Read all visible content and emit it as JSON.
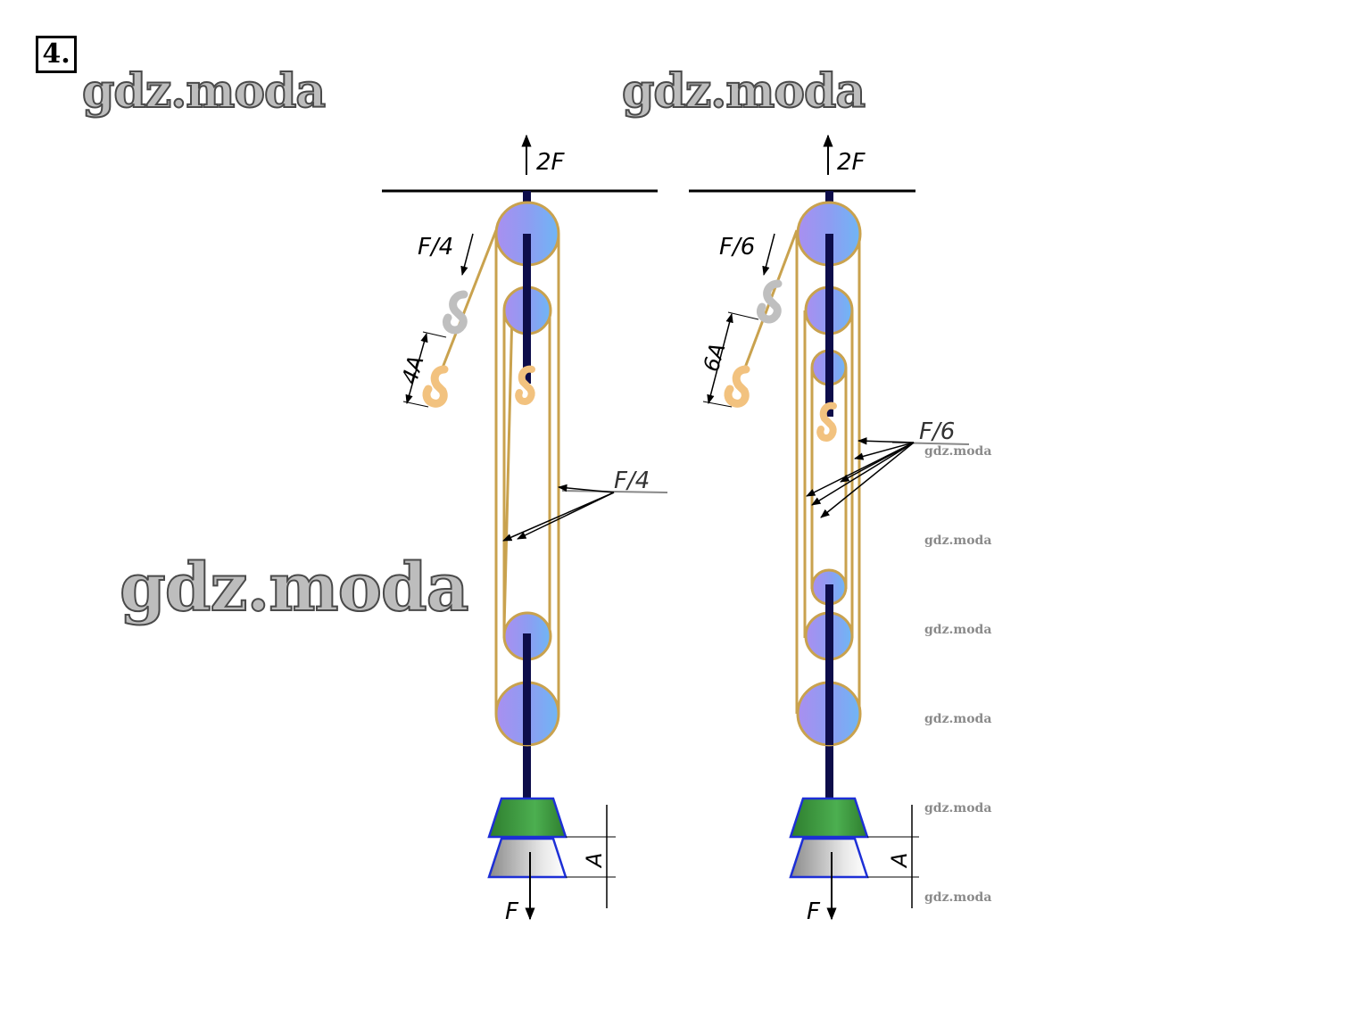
{
  "problem": {
    "number": "4."
  },
  "watermarks": {
    "large": [
      "gdz.moda",
      "gdz.moda",
      "gdz.moda"
    ],
    "small": [
      "gdz.moda",
      "gdz.moda",
      "gdz.moda",
      "gdz.moda",
      "gdz.moda",
      "gdz.moda"
    ]
  },
  "left_system": {
    "top_force": "2F",
    "rope_force_label": "F/4",
    "hook_travel_label": "4A",
    "inner_force_label": "F/4",
    "load_travel_label": "A",
    "load_force_label": "F"
  },
  "right_system": {
    "top_force": "2F",
    "rope_force_label": "F/6",
    "hook_travel_label": "6A",
    "inner_force_label": "F/6",
    "load_travel_label": "A",
    "load_force_label": "F"
  },
  "colors": {
    "rope": "#c9a24e",
    "pulley": "#8e9cf2",
    "axle": "#0d0d4a",
    "hook": "#f2c27f",
    "load_top": "#3a8f3a",
    "load_bottom": "#bdbdbd",
    "load_outline": "#1d2fd6"
  }
}
